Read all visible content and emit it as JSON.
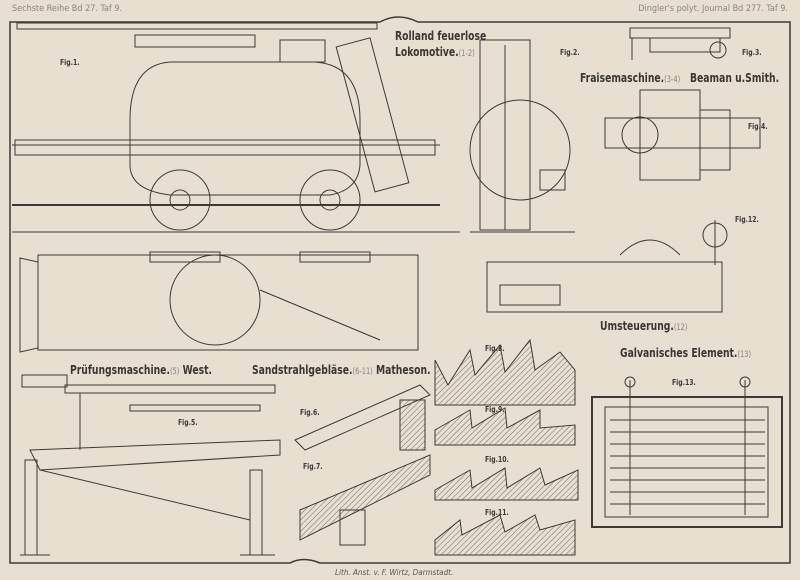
{
  "header": {
    "left": "Sechste Reihe Bd 27. Taf 9.",
    "right": "Dingler's polyt. Journal Bd 277. Taf 9."
  },
  "titles": [
    {
      "id": "lokomotive",
      "line1": "Rolland feuerlose",
      "line2": "Lokomotive.",
      "ref": "(1-2)"
    },
    {
      "id": "fraise",
      "text": "Fraisemaschine.",
      "ref": "(3-4)"
    },
    {
      "id": "beaman",
      "text": "Beaman u.Smith."
    },
    {
      "id": "umsteuerung",
      "text": "Umsteuerung.",
      "ref": "(12)"
    },
    {
      "id": "galvanisch",
      "text": "Galvanisches Element.",
      "ref": "(13)"
    },
    {
      "id": "pruefung",
      "text": "Prüfungsmaschine.",
      "ref": "(5)",
      "author": "West."
    },
    {
      "id": "sandstrahl",
      "text": "Sandstrahlgebläse.",
      "ref": "(6-11)",
      "author": "Matheson."
    }
  ],
  "figures": [
    "Fig.1.",
    "Fig.2.",
    "Fig.3.",
    "Fig.4.",
    "Fig.5.",
    "Fig.6.",
    "Fig.7.",
    "Fig.8.",
    "Fig.9.",
    "Fig.10.",
    "Fig.11.",
    "Fig.12.",
    "Fig.13."
  ],
  "footer": "Lith. Anst. v. F. Wirtz, Darmstadt.",
  "colors": {
    "paper": "#e7e0d1",
    "ink": "#3d3a36",
    "hatch": "#9a958c"
  }
}
